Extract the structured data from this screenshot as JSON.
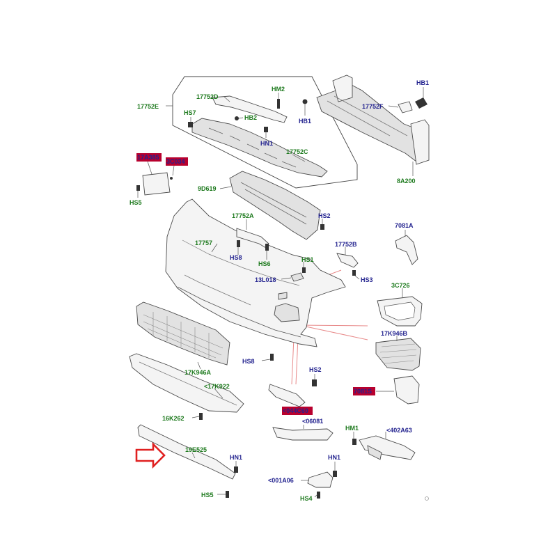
{
  "colors": {
    "part_label_green": "#1e7a1e",
    "fastener_label_blue": "#23238f",
    "highlight_red": "#b8002e",
    "arrow_red": "#e02020"
  },
  "labels": {
    "l17752E": "17752E",
    "l17752D": "17752D",
    "lHM2": "HM2",
    "lHS7": "HS7",
    "lHB2": "HB2",
    "lHN1a": "HN1",
    "l17752C": "17752C",
    "lHB1a": "HB1",
    "lHB1b": "HB1",
    "l17752F": "17752F",
    "l8A200": "8A200",
    "l17A385": "17A385",
    "l3C034": "3C034",
    "lHS5a": "HS5",
    "l9D619": "9D619",
    "l17752A": "17752A",
    "lHS2a": "HS2",
    "l7081A": "7081A",
    "l17757": "17757",
    "l17752B": "17752B",
    "lHS8a": "HS8",
    "lHS6": "HS6",
    "lHS1": "HS1",
    "l13L018": "13L018",
    "lHS3": "HS3",
    "l3C726": "3C726",
    "l17K946B": "17K946B",
    "l17K946A": "17K946A",
    "lHS8b": "HS8",
    "l17K922": "<17K922",
    "lHS2b": "HS2",
    "l7081S": "7081S",
    "l044C60": "<044C60",
    "l16K262": "16K262",
    "l06081": "<06081",
    "lHM1": "HM1",
    "l402A63": "<402A63",
    "l19E525": "19E525",
    "lHN1b": "HN1",
    "lHN1c": "HN1",
    "l001A06": "<001A06",
    "lHS5b": "HS5",
    "lHS4": "HS4"
  }
}
